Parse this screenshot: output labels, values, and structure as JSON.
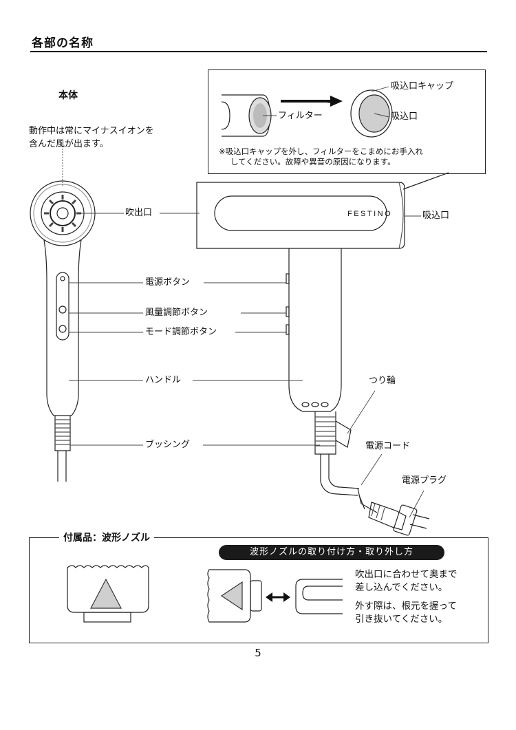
{
  "section_title": "各部の名称",
  "main_unit_label": "本体",
  "ion_note": [
    "動作中は常にマイナスイオンを",
    "含んだ風が出ます。"
  ],
  "inset": {
    "filter_label": "フィルター",
    "cap_label": "吸込口キャップ",
    "inlet_label": "吸込口",
    "note_lines": [
      "※吸込口キャップを外し、フィルターをこまめにお手入れ",
      "してください。故障や異音の原因になります。"
    ]
  },
  "brand": "FESTINO",
  "part_labels": {
    "outlet": "吹出口",
    "inlet": "吸込口",
    "power_button": "電源ボタン",
    "airflow_button": "風量調節ボタン",
    "mode_button": "モード調節ボタン",
    "handle": "ハンドル",
    "hang_ring": "つり輪",
    "bushing": "ブッシング",
    "power_cord": "電源コード",
    "power_plug": "電源プラグ"
  },
  "accessory": {
    "title": "付属品：波形ノズル",
    "howto_title": "波形ノズルの取り付け方・取り外し方",
    "attach_lines": [
      "吹出口に合わせて奥まで",
      "差し込んでください。"
    ],
    "detach_lines": [
      "外す際は、根元を握って",
      "引き抜いてください。"
    ]
  },
  "page_number": "5"
}
